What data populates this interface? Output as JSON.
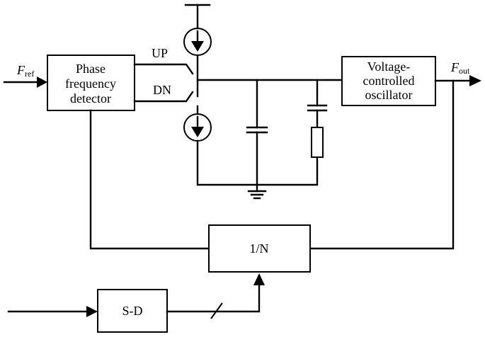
{
  "blocks": {
    "pfd": [
      "Phase",
      "frequency",
      "detector"
    ],
    "vco": [
      "Voltage-",
      "controlled",
      "oscillator"
    ],
    "divider": "1/N",
    "sd": "S-D"
  },
  "signals": {
    "fref_main": "F",
    "fref_sub": "ref",
    "fout_main": "F",
    "fout_sub": "out",
    "up": "UP",
    "dn": "DN"
  }
}
